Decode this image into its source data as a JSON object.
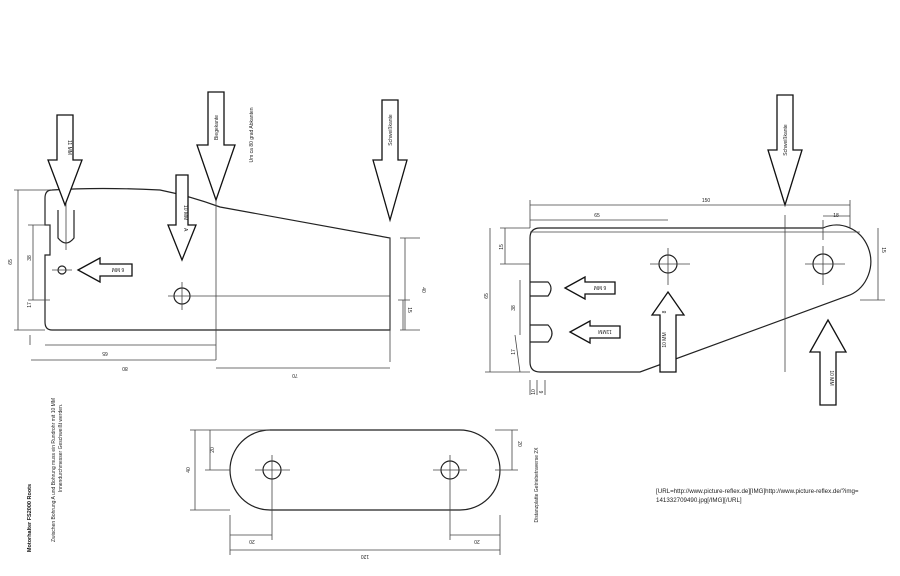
{
  "notes": {
    "title": "Motorhalter FS2000 Roots",
    "instruction_line1": "Zwischen Bohrung A und Bohrung muss ein Rundrohr mit 10 MM",
    "instruction_line2": "Innendurchmesser Geschweißt werden.",
    "bend_note": "Um ca 80 grad Abkanten",
    "spacer_label": "Distanzplatte Getriebetraverse 2X",
    "url_line1": "[URL=http://www.picture-reflex.de][IMG]http://www.picture-reflex.de/?img=",
    "url_line2": "141332709490.jpg[/IMG][/URL]"
  },
  "left_part": {
    "arrow_11mm": "11 MM",
    "arrow_10mm": "10 MM",
    "hole_a": "A",
    "arrow_6mm": "6 MM",
    "biegekante": "Biegekante",
    "schweisskante": "Schweißkante",
    "dims": {
      "h65": "65",
      "h38": "38",
      "h17": "17",
      "h40": "40",
      "h15": "15",
      "w65": "65",
      "w80": "80",
      "w70": "70"
    }
  },
  "right_part": {
    "schweisskante": "Schweißkante",
    "arrow_6mm": "6 MM",
    "arrow_11mm": "11MM",
    "arrow_10mm_a": "10 MM",
    "arrow_8": "8",
    "arrow_10mm_b": "10 MM",
    "dims": {
      "w150": "150",
      "w65": "65",
      "w18": "18",
      "h15l": "15",
      "h65": "65",
      "h38": "38",
      "h17": "17",
      "h15r": "15",
      "w10": "10",
      "w6": "6"
    }
  },
  "spacer": {
    "dims": {
      "h40": "40",
      "h20l": "20",
      "h20r": "20",
      "w20l": "20",
      "w120": "120",
      "w20r": "20"
    }
  }
}
